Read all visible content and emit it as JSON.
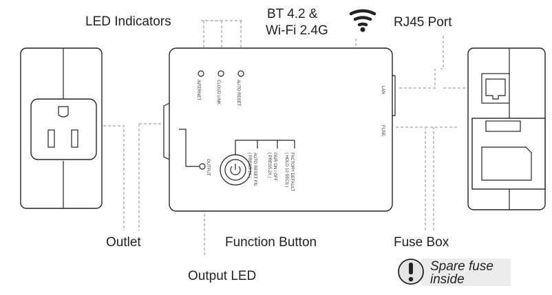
{
  "callouts": {
    "led_indicators": "LED Indicators",
    "wireless_line1": "BT 4.2 &",
    "wireless_line2": "Wi-Fi 2.4G",
    "rj45": "RJ45 Port",
    "outlet": "Outlet",
    "function_button": "Function Button",
    "fuse_box": "Fuse Box",
    "output_led": "Output LED"
  },
  "led_labels": [
    "INTERNET",
    "CLOUD LINK",
    "AUTO RESET"
  ],
  "side_labels": {
    "lan": "LAN",
    "fuse": "FUSE"
  },
  "output_label": "OUTPUT",
  "function_labels": [
    [
      "AUTO RESET FN",
      "( PRESS 1X )"
    ],
    [
      "PAIR ON / OFF",
      "( PRESS 2X )"
    ],
    [
      "FACTORY DEFAULT",
      "( HOLD 10 SECS )"
    ]
  ],
  "note": {
    "line1": "Spare fuse",
    "line2": "inside"
  },
  "icons": {
    "wifi": "wifi-icon",
    "warning": "exclamation-icon",
    "power": "power-icon"
  },
  "colors": {
    "leader": "#c4c4c4",
    "outline": "#222222",
    "note_bg": "#ececec"
  }
}
